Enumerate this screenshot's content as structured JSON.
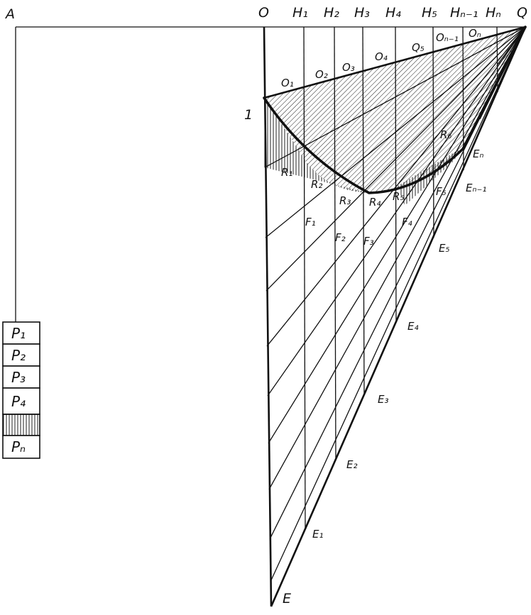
{
  "labels": {
    "A": "A",
    "O": "O",
    "Q": "Q",
    "E": "E",
    "curve_start": "1",
    "H": [
      "H₁",
      "H₂",
      "H₃",
      "H₄",
      "H₅",
      "Hₙ₋₁",
      "Hₙ"
    ],
    "O_pts": [
      "O₁",
      "O₂",
      "O₃",
      "O₄",
      "Q₅",
      "Oₙ₋₁",
      "Oₙ"
    ],
    "R": [
      "R₁",
      "R₂",
      "R₃",
      "R₄",
      "R₅",
      "R₆"
    ],
    "F": [
      "F₁",
      "F₂",
      "F₃",
      "F₄",
      "F₅"
    ],
    "E_pts": [
      "E₁",
      "E₂",
      "E₃",
      "E₄",
      "E₅",
      "Eₙ₋₁",
      "Eₙ"
    ]
  },
  "loads": [
    "P₁",
    "P₂",
    "P₃",
    "P₄",
    "",
    "Pₙ"
  ]
}
